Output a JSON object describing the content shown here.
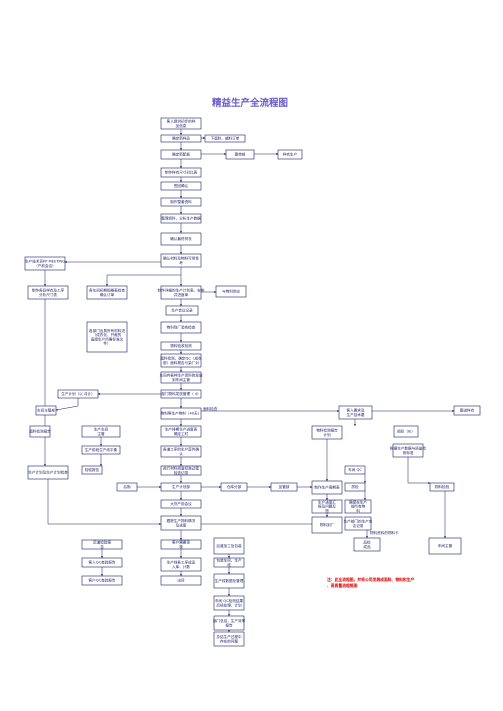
{
  "title": "精益生产全流程图",
  "nodes": {
    "n1": [
      "客人提供初步的样",
      "品信息"
    ],
    "n2": [
      "确定新样品"
    ],
    "n3": [
      "下面料、辅料订单"
    ],
    "n4": [
      "确定新配板"
    ],
    "n5": [
      "跟单部"
    ],
    "n6": [
      "样衣生产"
    ],
    "n7": [
      "制作样衣尺寸对比表"
    ],
    "n8": [
      "签回确认"
    ],
    "n9": [
      "制作整套资料"
    ],
    "n10": [
      "整理资料，分析生产数据"
    ],
    "n11": [
      "确认最终样衣"
    ],
    "n12": [
      "确认材料及物料可用性",
      "考"
    ],
    "n13": [
      "生产技术员PP MEETING",
      "（产前会议）"
    ],
    "n14": [
      "制作各码样衣及工序",
      "分析尺寸表"
    ],
    "n15": [
      "各车间初期规格表检查",
      "确认订单"
    ],
    "n16": [
      "制作详细的生产计划表，安排",
      "并进度单"
    ],
    "n17": [
      "与物料供应"
    ],
    "n18": [
      "生产会议记录"
    ],
    "n19": [
      "各部门出具所有材料进",
      "（成衣化、开裁的",
      "直接生产所需标准文",
      "件）"
    ],
    "n20": [
      "物料到厂验收检查"
    ],
    "n21": [
      "物料验收检测"
    ],
    "n22": [
      "面料检测，确定QC（成衣",
      "部）面料报告与染厂对"
    ],
    "n23": [
      "车间内各种生产资料的发放",
      "到车间主管"
    ],
    "n24": [
      "生产计划（以 月计）"
    ],
    "n25": [
      "部门物料发放管理（ 4）"
    ],
    "n26": [
      "车间主管部"
    ],
    "n27": [
      "客人要求及",
      "生产技术要"
    ],
    "n28": [
      "跟进样衣"
    ],
    "n29": [
      "生产车间",
      "主管"
    ],
    "n30": [
      "物料等生产物料（40天）"
    ],
    "n31": [
      "面料检测报告"
    ],
    "n32": [
      "物料检测报告",
      "计划"
    ],
    "n33": [
      "组织（IE）"
    ],
    "n34": [
      "生产排期生产进度表",
      "确定工时"
    ],
    "n35": [
      "生产前段生产线平衡"
    ],
    "n36": [
      "各道工序的生产首件确",
      "认"
    ],
    "n37": [
      "根据生产数据与质量检",
      "测标准"
    ],
    "n38": [
      "生产计划及生产计划检查"
    ],
    "n39": [
      "检验报告"
    ],
    "n40": [
      "进行材料质量标准过程",
      "检查记录"
    ],
    "n41": [
      "车间 QC"
    ],
    "n42": [
      "制作生产周期表"
    ],
    "n43": [
      "后勤"
    ],
    "n44": [
      "生产计划部"
    ],
    "n45": [
      "仓库分部"
    ],
    "n46": [
      "品管部"
    ],
    "n47": [
      "质检"
    ],
    "n48": [
      "物料检验"
    ],
    "n49": [
      "生产进度汇",
      "报及问题反",
      "馈"
    ],
    "n50": [
      "大货产前会议"
    ],
    "n51": [
      "确保在生产",
      "前所有物",
      "料"
    ],
    "n52": [
      "物料到厂"
    ],
    "n53": [
      "跟踪生产物料情况",
      "及进度"
    ],
    "n54": [
      "生产部门的生产会",
      "议记录"
    ],
    "n55": [
      "后道检验报",
      "告"
    ],
    "n56": [
      "客户需要审",
      "核"
    ],
    "n57": [
      "后道加工及包装"
    ],
    "n58": [
      "品检",
      "成品"
    ],
    "n59": [
      "车间主管"
    ],
    "n60": [
      "客人QC查验报告"
    ],
    "n61": [
      "生产线各工序成品",
      "入库，计数"
    ],
    "n62": [
      "包装车间，生产",
      "线"
    ],
    "n63": [
      "客户QC查验报告"
    ],
    "n64": [
      "出货"
    ],
    "n65": [
      "生产线数据化管理"
    ],
    "n66": [
      "车间 QC检测结果",
      "后续处理，计划"
    ],
    "n67": [
      "部门总结，生产效率",
      "报告"
    ],
    "n68": [
      "总结生产过程中",
      "存在的问题"
    ],
    "n69": [
      "包装和外箱唛头",
      "跟踪确认"
    ],
    "n70": [
      "出口货物资料"
    ]
  },
  "labels": {
    "l1": "面料检查",
    "l2": "物料资料的物料卡"
  },
  "note": [
    "注：此全流程图，并将公司发展成面料、物料和生产",
    "、高质量流程框图"
  ]
}
